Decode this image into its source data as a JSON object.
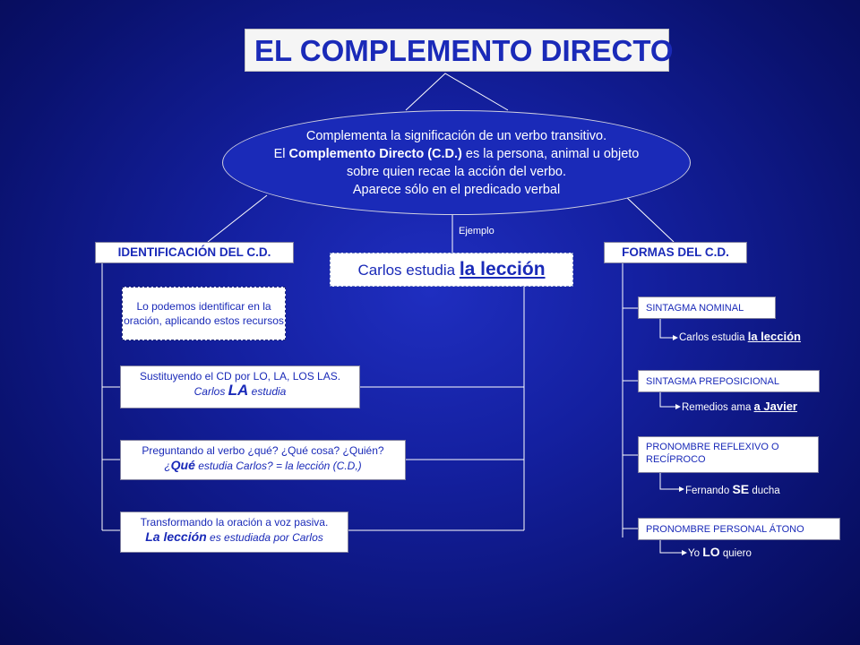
{
  "title": "EL COMPLEMENTO DIRECTO",
  "definition": {
    "line1": "Complementa la significación de un verbo transitivo.",
    "line2_pre": "El ",
    "line2_bold": "Complemento Directo (C.D.)",
    "line2_post": " es la persona, animal u objeto",
    "line3": "sobre quien recae la acción del verbo.",
    "line4": "Aparece sólo en el predicado verbal"
  },
  "example": {
    "label": "Ejemplo",
    "sentence_pre": "Carlos estudia ",
    "sentence_hl": "la lección"
  },
  "identification": {
    "heading": "IDENTIFICACIÓN DEL C.D.",
    "intro": "Lo podemos identificar en la oración, aplicando estos recursos",
    "methods": [
      {
        "text": "Sustituyendo el CD por LO, LA, LOS LAS.",
        "ex_pre": "Carlos ",
        "ex_big": "LA",
        "ex_post": " estudia"
      },
      {
        "text": "Preguntando al verbo ¿qué? ¿Qué cosa? ¿Quién?",
        "ex_pre": "¿",
        "ex_big": "Qué",
        "ex_post": " estudia Carlos? = la lección (C.D,)"
      },
      {
        "text": "Transformando la oración a voz pasiva.",
        "ex_pre": "",
        "ex_big": "La lección",
        "ex_post": " es estudiada por Carlos"
      }
    ]
  },
  "forms": {
    "heading": "FORMAS DEL C.D.",
    "items": [
      {
        "label": "SINTAGMA NOMINAL",
        "ex_pre": "Carlos estudia ",
        "ex_hl": "la lección",
        "ex_post": ""
      },
      {
        "label": "SINTAGMA PREPOSICIONAL",
        "ex_pre": "Remedios ama ",
        "ex_hl": "a Javier",
        "ex_post": ""
      },
      {
        "label": "PRONOMBRE REFLEXIVO O RECÍPROCO",
        "ex_pre": "Fernando ",
        "ex_hl": "SE",
        "ex_post": " ducha"
      },
      {
        "label": "PRONOMBRE PERSONAL ÁTONO",
        "ex_pre": "Yo ",
        "ex_hl": "LO",
        "ex_post": " quiero"
      }
    ]
  },
  "colors": {
    "background": "#1420a0",
    "accent": "#1a2ab8",
    "box": "#ffffff"
  }
}
